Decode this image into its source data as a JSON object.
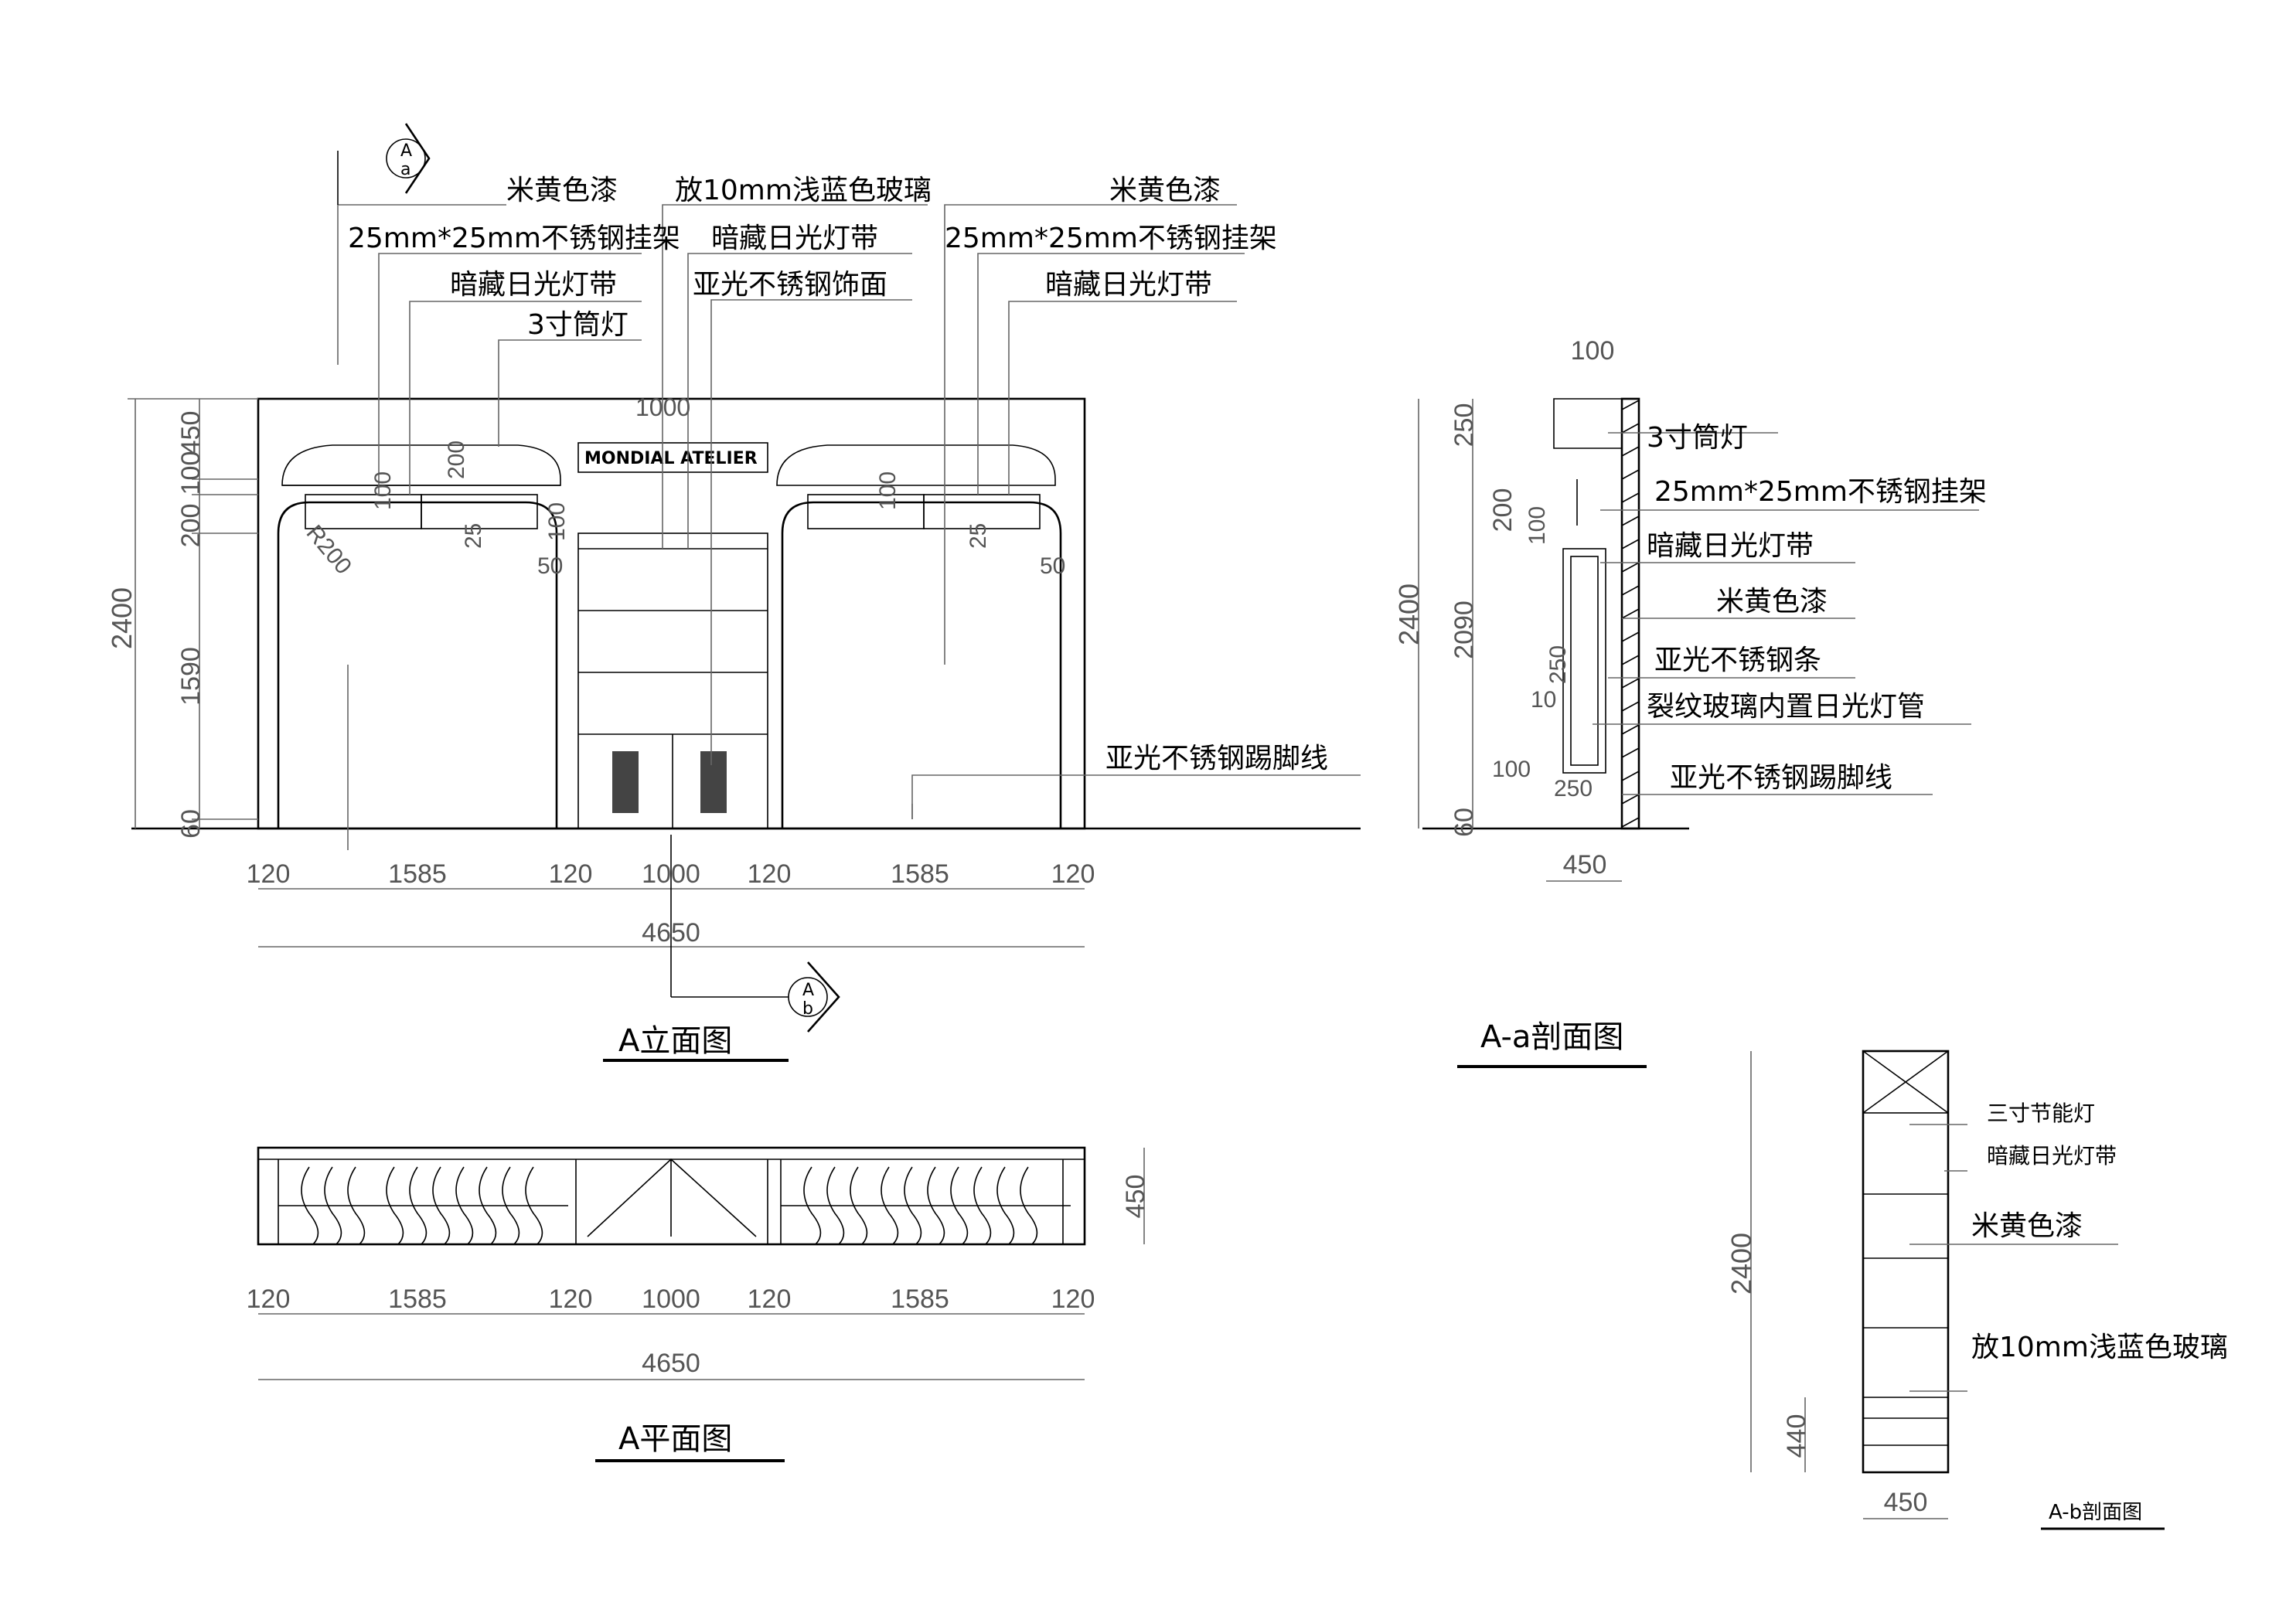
{
  "views": {
    "elevation": {
      "title": "A立面图",
      "labels_left": [
        "米黄色漆",
        "25mm*25mm不锈钢挂架",
        "暗藏日光灯带",
        "3寸筒灯"
      ],
      "labels_center": [
        "放10mm浅蓝色玻璃",
        "暗藏日光灯带",
        "亚光不锈钢饰面"
      ],
      "labels_right": [
        "米黄色漆",
        "25mm*25mm不锈钢挂架",
        "暗藏日光灯带"
      ],
      "label_skirting": "亚光不锈钢踢脚线",
      "brand": "MONDIAL ATELIER",
      "bottom_dims": [
        "120",
        "1585",
        "120",
        "1000",
        "120",
        "1585",
        "120"
      ],
      "total_width": "4650",
      "left_dims": [
        "450",
        "100",
        "200",
        "1590",
        "60"
      ],
      "height": "2400",
      "inner_dims": {
        "d100a": "100",
        "d200": "200",
        "d25a": "25",
        "d100b": "100",
        "d50a": "50",
        "d1000": "1000",
        "d100c": "100",
        "d25b": "25",
        "d50b": "50",
        "r200": "R200"
      },
      "marker_top": {
        "upper": "A",
        "lower": "a"
      },
      "marker_bottom": {
        "upper": "A",
        "lower": "b"
      }
    },
    "section_a": {
      "title": "A-a剖面图",
      "labels": [
        "3寸筒灯",
        "25mm*25mm不锈钢挂架",
        "暗藏日光灯带",
        "米黄色漆",
        "亚光不锈钢条",
        "裂纹玻璃内置日光灯管",
        "亚光不锈钢踢脚线"
      ],
      "left_dims": [
        "250",
        "200",
        "100",
        "2090",
        "60"
      ],
      "height": "2400",
      "top_dim": "100",
      "bottom_dim": "450",
      "inner_dims": {
        "d250a": "250",
        "d10": "10",
        "d100": "100",
        "d250b": "250"
      }
    },
    "plan": {
      "title": "A平面图",
      "bottom_dims": [
        "120",
        "1585",
        "120",
        "1000",
        "120",
        "1585",
        "120"
      ],
      "total_width": "4650",
      "depth": "450"
    },
    "section_b": {
      "title": "A-b剖面图",
      "labels": [
        "三寸节能灯",
        "暗藏日光灯带",
        "米黄色漆",
        "放10mm浅蓝色玻璃"
      ],
      "height": "2400",
      "base": "440",
      "bottom_dim": "450"
    }
  }
}
